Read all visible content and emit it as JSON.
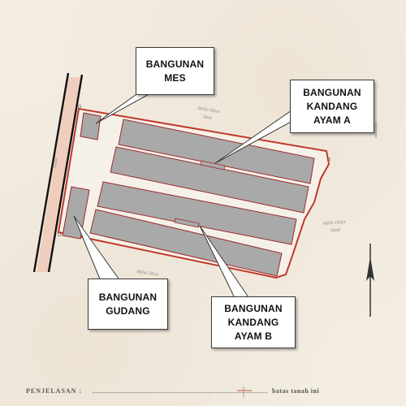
{
  "callouts": {
    "mes": {
      "line1": "BANGUNAN",
      "line2": "MES"
    },
    "kandang_a": {
      "line1": "BANGUNAN",
      "line2": "KANDANG",
      "line3": "AYAM A"
    },
    "gudang": {
      "line1": "BANGUNAN",
      "line2": "GUDANG"
    },
    "kandang_b": {
      "line1": "BANGUNAN",
      "line2": "KANDANG",
      "line3": "AYAM B"
    }
  },
  "legend": {
    "title": "PENJELASAN :",
    "boundary_label": "batas tanah ini"
  },
  "colors": {
    "paper": "#f3ede2",
    "boundary": "#c0392b",
    "building_fill": "#a9a9a9",
    "building_stroke": "#9b2c2c",
    "road_fill": "#f0c9b8",
    "road_line": "#111111",
    "callout_bg": "#ffffff"
  },
  "icons": [
    "north-arrow-icon"
  ]
}
